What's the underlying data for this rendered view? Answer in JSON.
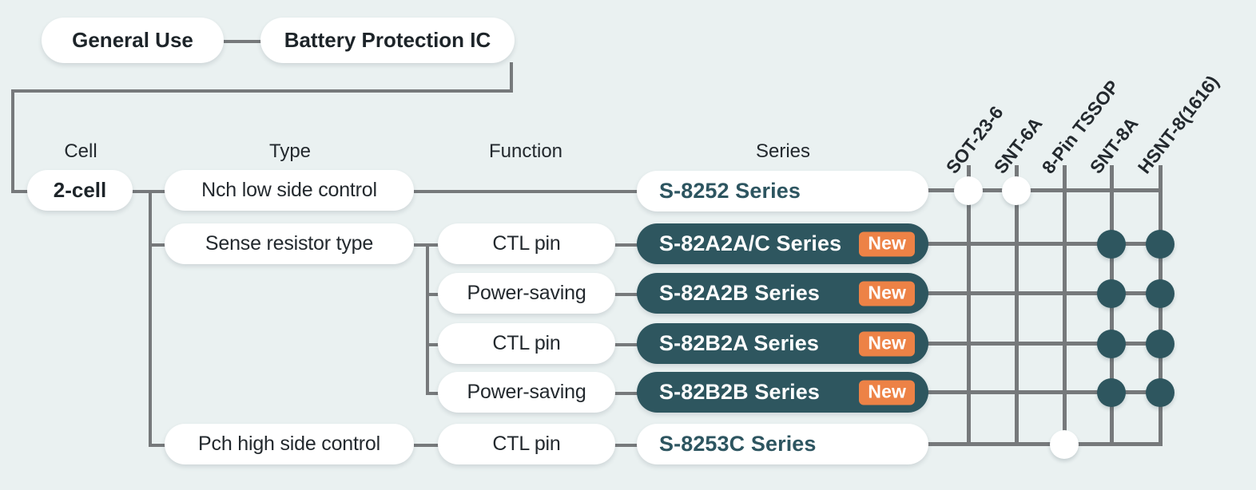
{
  "diagram": {
    "title_nodes": [
      {
        "label": "General Use"
      },
      {
        "label": "Battery Protection IC"
      }
    ],
    "column_headers": [
      {
        "label": "Cell"
      },
      {
        "label": "Type"
      },
      {
        "label": "Function"
      },
      {
        "label": "Series"
      }
    ],
    "cell": {
      "label": "2-cell"
    },
    "types": [
      {
        "label": "Nch low side control"
      },
      {
        "label": "Sense resistor type"
      },
      {
        "label": "Pch high side control"
      }
    ],
    "functions": [
      {
        "label": "CTL pin"
      },
      {
        "label": "Power-saving"
      },
      {
        "label": "CTL pin"
      },
      {
        "label": "Power-saving"
      },
      {
        "label": "CTL pin"
      }
    ],
    "rows": [
      {
        "series": "S-8252 Series",
        "new": false,
        "badge": "",
        "style": "light"
      },
      {
        "series": "S-82A2A/C Series",
        "new": true,
        "badge": "New",
        "style": "dark"
      },
      {
        "series": "S-82A2B Series",
        "new": true,
        "badge": "New",
        "style": "dark"
      },
      {
        "series": "S-82B2A Series",
        "new": true,
        "badge": "New",
        "style": "dark"
      },
      {
        "series": "S-82B2B Series",
        "new": true,
        "badge": "New",
        "style": "dark"
      },
      {
        "series": "S-8253C Series",
        "new": false,
        "badge": "",
        "style": "light"
      }
    ],
    "packages": [
      {
        "label": "SOT-23-6"
      },
      {
        "label": "SNT-6A"
      },
      {
        "label": "8-Pin TSSOP"
      },
      {
        "label": "SNT-8A"
      },
      {
        "label": "HSNT-8(1616)"
      }
    ],
    "matrix": [
      {
        "series": "S-8252 Series",
        "marks": [
          "open",
          "open",
          "none",
          "none",
          "none"
        ]
      },
      {
        "series": "S-82A2A/C Series",
        "marks": [
          "none",
          "none",
          "none",
          "filled",
          "filled"
        ]
      },
      {
        "series": "S-82A2B Series",
        "marks": [
          "none",
          "none",
          "none",
          "filled",
          "filled"
        ]
      },
      {
        "series": "S-82B2A Series",
        "marks": [
          "none",
          "none",
          "none",
          "filled",
          "filled"
        ]
      },
      {
        "series": "S-82B2B Series",
        "marks": [
          "none",
          "none",
          "none",
          "filled",
          "filled"
        ]
      },
      {
        "series": "S-8253C Series",
        "marks": [
          "none",
          "none",
          "open",
          "none",
          "none"
        ]
      }
    ],
    "colors": {
      "background": "#eaf1f1",
      "accent_dark": "#2e565f",
      "badge_orange": "#ed8246",
      "line": "#76797b",
      "text_dark": "#23292e"
    }
  }
}
